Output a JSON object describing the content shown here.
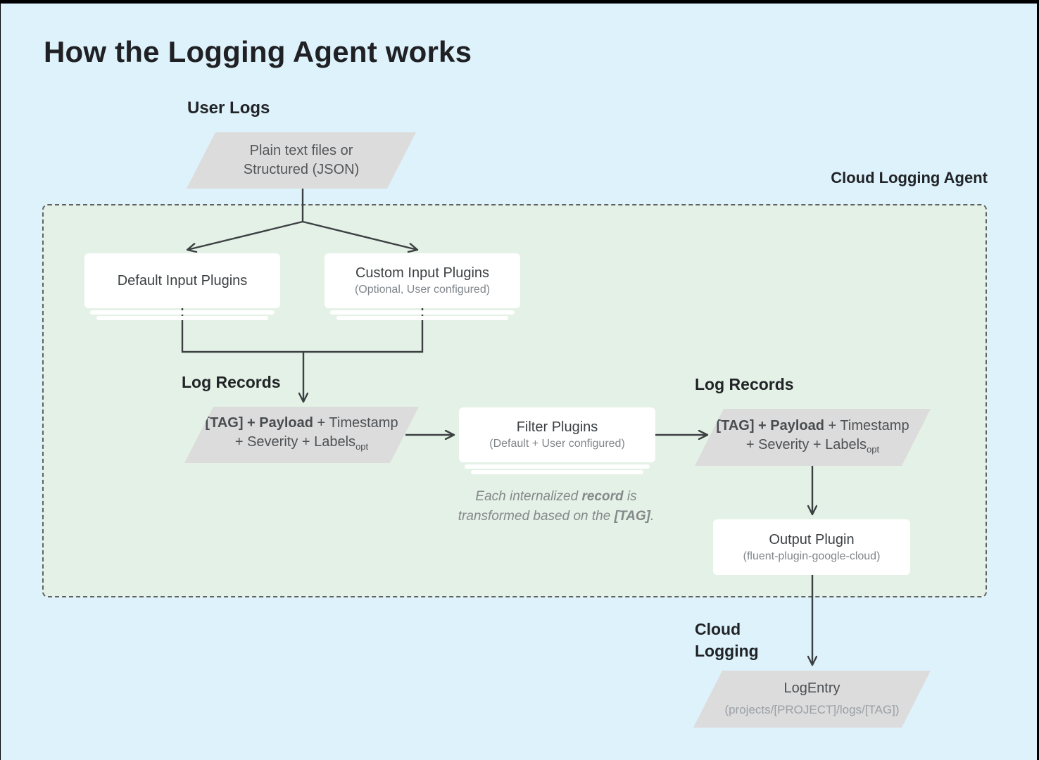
{
  "title": "How the Logging Agent works",
  "agent": {
    "label": "Cloud Logging Agent"
  },
  "user_logs": {
    "label": "User Logs",
    "source": {
      "line1": "Plain text files or",
      "line2": "Structured (JSON)"
    }
  },
  "plugins": {
    "default_input": {
      "title": "Default Input Plugins"
    },
    "custom_input": {
      "title": "Custom Input Plugins",
      "subtitle": "(Optional, User configured)"
    },
    "filter": {
      "title": "Filter Plugins",
      "subtitle": "(Default + User configured)"
    },
    "output": {
      "title": "Output Plugin",
      "subtitle": "(fluent-plugin-google-cloud)"
    }
  },
  "log_records": {
    "label_left": "Log Records",
    "label_right": "Log Records",
    "record": {
      "bold1": "[TAG] + Payload",
      "rest1": " + Timestamp",
      "line2_pre": "+ Severity + Labels",
      "subscript": "opt"
    }
  },
  "note": {
    "l1a": "Each internalized ",
    "l1b": "record",
    "l1c": " is",
    "l2a": "transformed based on the ",
    "l2b": "[TAG]",
    "l2c": "."
  },
  "cloud_logging": {
    "label_line1": "Cloud",
    "label_line2": "Logging",
    "log_entry": {
      "title": "LogEntry",
      "subtitle": "(projects/[PROJECT]/logs/[TAG])"
    }
  },
  "colors": {
    "page_background": "#def2fb",
    "agent_area_background": "#e4f1e6",
    "agent_area_border": "#5f6368",
    "shape_gray": "#dcdcdc",
    "node_white": "#ffffff",
    "connector_line": "#3c4043",
    "title_text": "#202124",
    "node_text": "#3c4043",
    "subtitle_text": "#80868b",
    "note_text": "#84888b"
  }
}
